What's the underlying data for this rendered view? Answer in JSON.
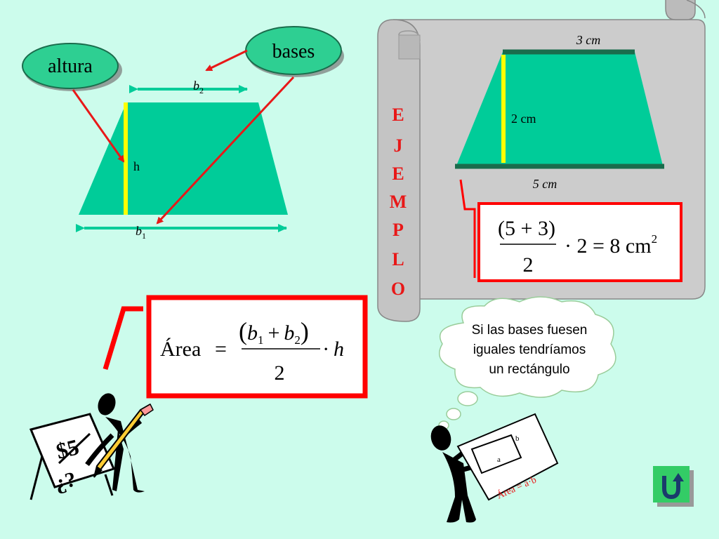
{
  "labels": {
    "altura": "altura",
    "bases": "bases",
    "b2": "b",
    "b2_sub": "2",
    "b1": "b",
    "b1_sub": "1",
    "h": "h"
  },
  "example": {
    "vertical_word": [
      "E",
      "J",
      "E",
      "M",
      "P",
      "L",
      "O"
    ],
    "top_base": "3 cm",
    "height": "2 cm",
    "bottom_base": "5 cm",
    "formula": {
      "numerator": "(5 + 3)",
      "denominator": "2",
      "rest": "· 2 = 8 cm",
      "power": "2"
    }
  },
  "area_formula": {
    "label": "Área",
    "equals": "=",
    "numerator_open": "(",
    "numerator_b1": "b",
    "sub1": "1",
    "plus": "+",
    "numerator_b2": "b",
    "sub2": "2",
    "numerator_close": ")",
    "denominator": "2",
    "times_h": "· h"
  },
  "thought": {
    "line1": "Si las bases fuesen",
    "line2": "iguales tendríamos",
    "line3": "un rectángulo"
  },
  "sign": {
    "top": "$5",
    "bottom": "¿?"
  },
  "rect_sheet": {
    "side_b": "b",
    "side_a": "a",
    "caption": "Área = a·b"
  },
  "colors": {
    "background": "#ccfcec",
    "trapezoid": "#00cc99",
    "height_line": "#ffff00",
    "arrows": "#e81818",
    "ellipse": "#2ecf92",
    "frame": "#ff0000",
    "scroll": "#cccccc",
    "button": "#33cc66"
  },
  "icons": [
    "home-button-icon",
    "u-turn-icon"
  ]
}
